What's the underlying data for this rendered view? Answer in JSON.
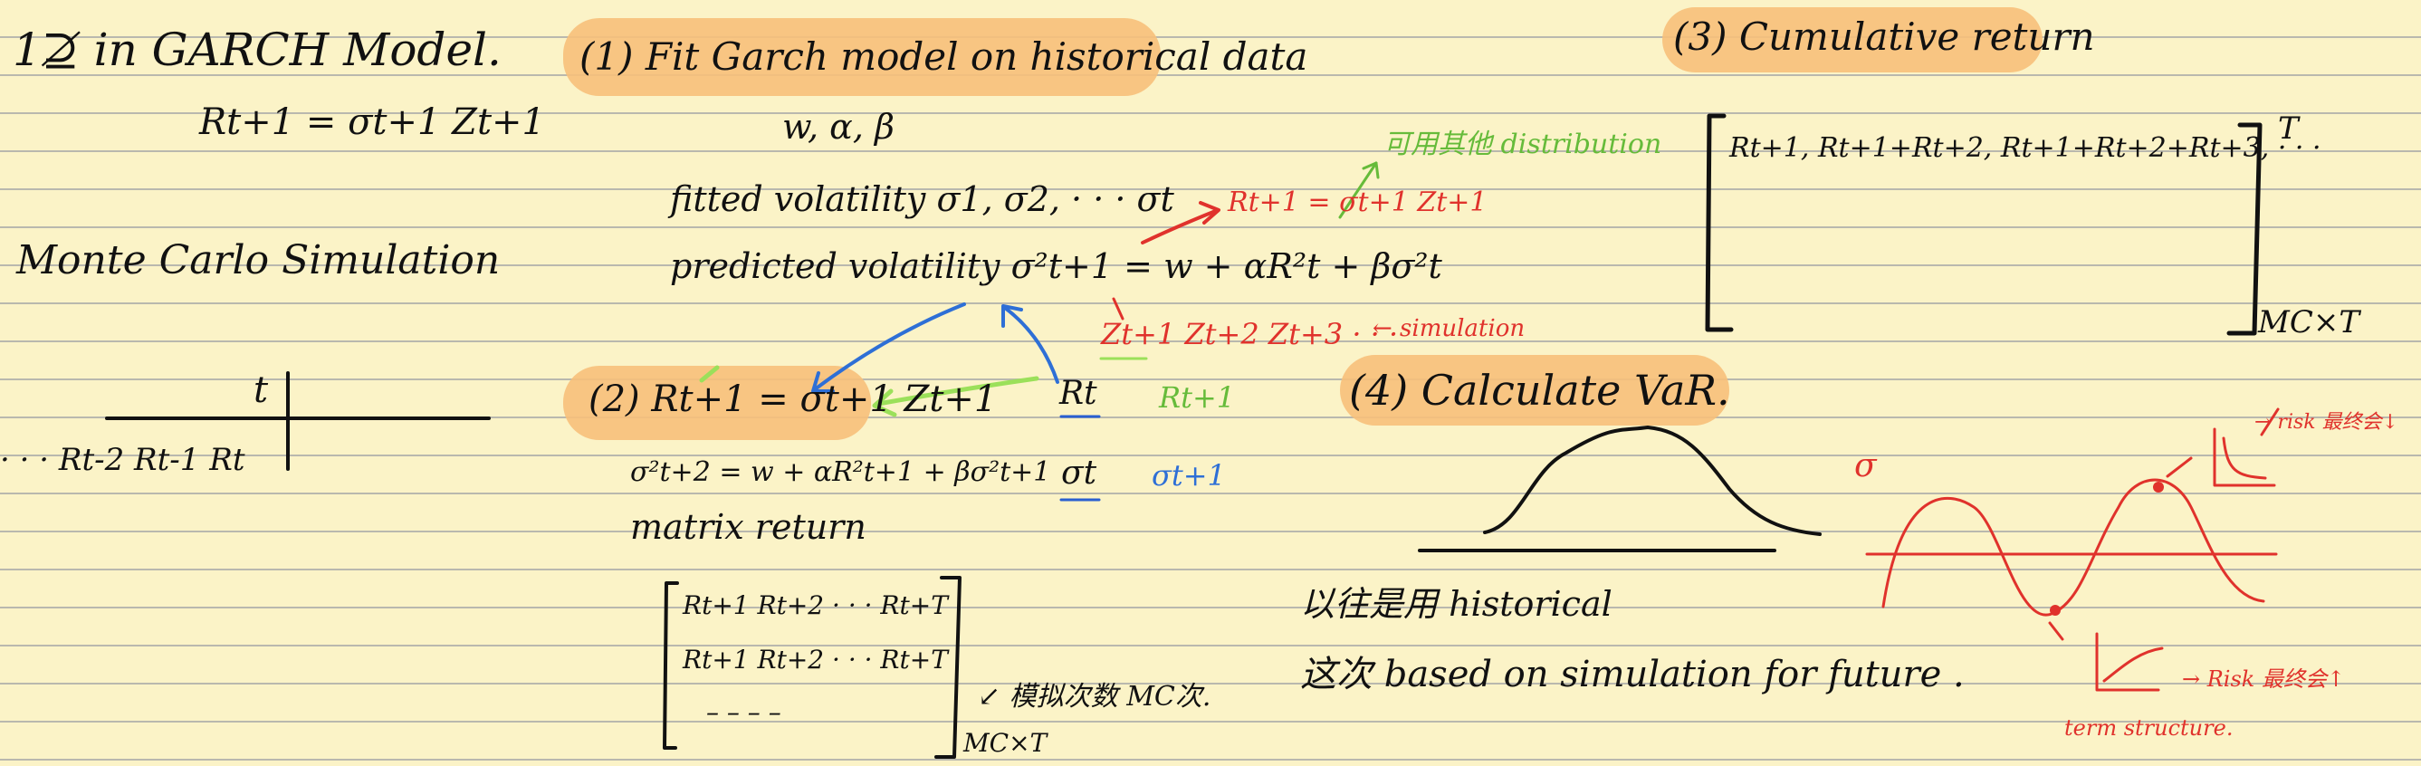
{
  "notes": {
    "left": {
      "title": "1⊉ in GARCH Model.",
      "model_eq": "Rt+1 = σt+1 Zt+1",
      "monte_carlo": "Monte Carlo Simulation",
      "timeline_t": "t",
      "timeline_labels": "· · ·  Rt-2   Rt-1   Rt"
    },
    "step1": {
      "heading": "(1) Fit Garch model on historical data",
      "params": "w, α, β",
      "fitted": "fitted  volatility  σ1, σ2, · · · σt",
      "predicted": "predicted  volatility  σ²t+1 = w + αR²t + βσ²t",
      "eq_red": "Rt+1 = σt+1 Zt+1",
      "other_dist": "可用其他 distribution",
      "z_series": "Zt+1   Zt+2   Zt+3  · · ·",
      "simulation": "← simulation"
    },
    "step2": {
      "heading": "(2)  Rt+1 = σt+1 Zt+1",
      "sigma_eq": "σ²t+2 = w + αR²t+1 + βσ²t+1",
      "matrix_return": "matrix return",
      "rt": "Rt",
      "rt1": "Rt+1",
      "sigt": "σt",
      "sigt1": "σt+1",
      "matrix_row1": "Rt+1  Rt+2  · · ·  Rt+T",
      "matrix_row2": "Rt+1  Rt+2  · · ·  Rt+T",
      "matrix_row3": "– – – –",
      "matrix_dim": "MC×T",
      "note_mc": "↙ 模拟次数 MC次."
    },
    "step3": {
      "heading": "(3) Cumulative return",
      "row": "Rt+1,  Rt+1+Rt+2,  Rt+1+Rt+2+Rt+3,  · · ·",
      "t_mark": "T",
      "dim": "MC×T"
    },
    "step4": {
      "heading": "(4)  Calculate VaR.",
      "past": "以往是用 historical",
      "now": "这次 based on simulation for future ."
    },
    "right": {
      "sigma": "σ",
      "risk_down": "→ risk 最终会↓",
      "risk_up": "→ Risk 最终会↑",
      "term_structure": "term structure."
    }
  }
}
